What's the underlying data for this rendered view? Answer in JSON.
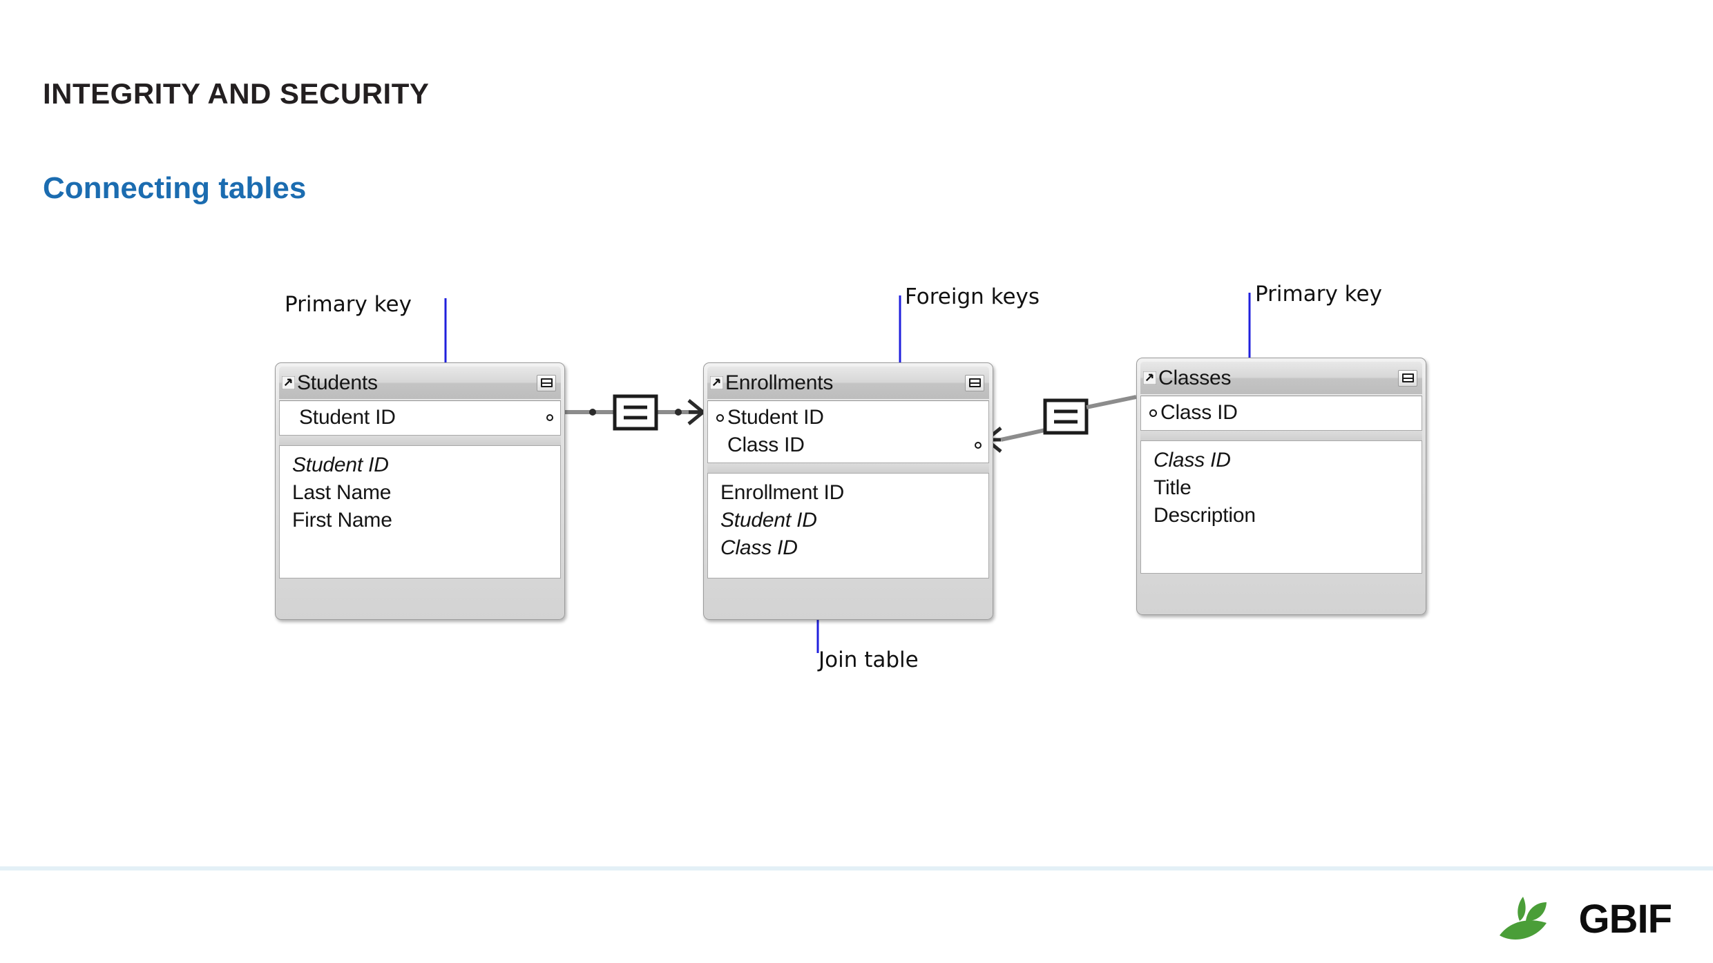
{
  "slide": {
    "eyebrow_title": "INTEGRITY AND SECURITY",
    "subtitle": "Connecting tables",
    "accent_color": "#1b6cb0",
    "title_color": "#231f20",
    "footer_rule_color": "#e3f0f6"
  },
  "diagram": {
    "type": "entity-relationship",
    "tables": [
      {
        "name": "Students",
        "title": "Students",
        "key_fields": [
          {
            "label": "Student ID",
            "bullet": false,
            "right_dot": true
          }
        ],
        "fields": [
          {
            "label": "Student ID",
            "italic": true
          },
          {
            "label": "Last Name",
            "italic": false
          },
          {
            "label": "First Name",
            "italic": false
          }
        ]
      },
      {
        "name": "Enrollments",
        "title": "Enrollments",
        "key_fields": [
          {
            "label": "Student ID",
            "bullet": true,
            "right_dot": false
          },
          {
            "label": "Class ID",
            "bullet": false,
            "right_dot": true
          }
        ],
        "fields": [
          {
            "label": "Enrollment ID",
            "italic": false
          },
          {
            "label": "Student ID",
            "italic": true
          },
          {
            "label": "Class ID",
            "italic": true
          }
        ]
      },
      {
        "name": "Classes",
        "title": "Classes",
        "key_fields": [
          {
            "label": "Class ID",
            "bullet": true,
            "right_dot": false
          }
        ],
        "fields": [
          {
            "label": "Class ID",
            "italic": true
          },
          {
            "label": "Title",
            "italic": false
          },
          {
            "label": "Description",
            "italic": false
          }
        ]
      }
    ],
    "relationships": [
      {
        "from": "Students",
        "to": "Enrollments",
        "symbol": "=",
        "cardinality": "one-to-many"
      },
      {
        "from": "Enrollments",
        "to": "Classes",
        "symbol": "=",
        "cardinality": "many-to-one"
      }
    ],
    "annotations": [
      {
        "id": "primary-key-left",
        "text": "Primary key",
        "leader_color": "#2020dd"
      },
      {
        "id": "foreign-keys",
        "text": "Foreign keys",
        "leader_color": "#2020dd"
      },
      {
        "id": "primary-key-right",
        "text": "Primary key",
        "leader_color": "#2020dd"
      },
      {
        "id": "join-table",
        "text": "Join table",
        "leader_color": "#2020dd"
      }
    ]
  },
  "brand": {
    "name": "GBIF",
    "mark": "leaf-sprout-icon",
    "mark_color": "#4a9e38"
  }
}
